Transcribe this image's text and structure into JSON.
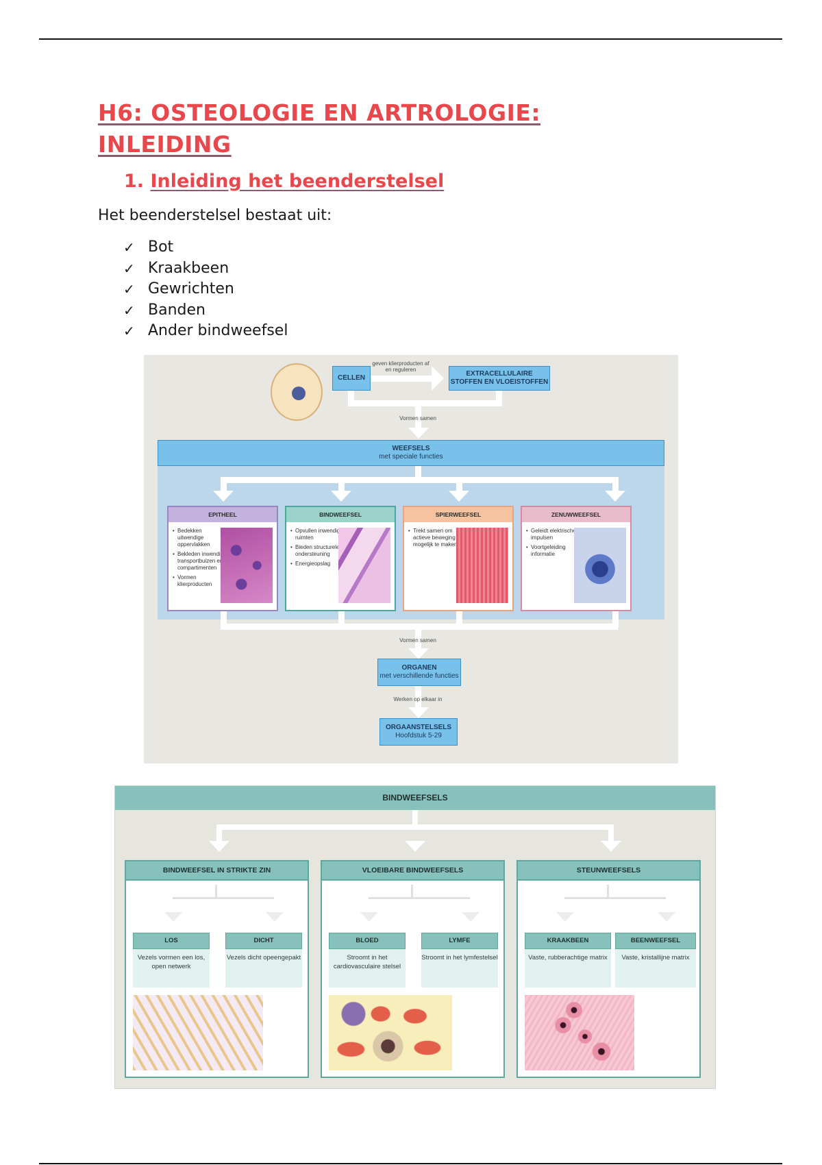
{
  "document": {
    "title": "H6: OSTEOLOGIE EN ARTROLOGIE: INLEIDING",
    "section": {
      "number": "1.",
      "title": "Inleiding het beenderstelsel"
    },
    "intro": "Het beenderstelsel bestaat uit:",
    "checklist_icon": "✓",
    "checklist": [
      "Bot",
      "Kraakbeen",
      "Gewrichten",
      "Banden",
      "Ander bindweefsel"
    ],
    "colors": {
      "heading": "#e8474c",
      "underline": "#8b5a6b"
    }
  },
  "figure1": {
    "cellen": "CELLEN",
    "arrow_label": "geven klierproducten af en reguleren",
    "extracellulaire": [
      "EXTRACELLULAIRE",
      "STOFFEN EN VLOEISTOFFEN"
    ],
    "vormen_samen_1": "Vormen samen",
    "weefsels": [
      "WEEFSELS",
      "met speciale functies"
    ],
    "tissues": [
      {
        "title": "EPITHEEL",
        "bullets": [
          "Bedekken uitwendige oppervlakken",
          "Bekleden inwendige transportbuizen en compartimenten",
          "Vormen klierproducten"
        ]
      },
      {
        "title": "BINDWEEFSEL",
        "bullets": [
          "Opvullen inwendige ruimten",
          "Bieden structurele ondersteuning",
          "Energieopslag"
        ]
      },
      {
        "title": "SPIERWEEFSEL",
        "bullets": [
          "Trekt samen om actieve beweging mogelijk te maken"
        ]
      },
      {
        "title": "ZENUWWEEFSEL",
        "bullets": [
          "Geleidt elektrische impulsen",
          "Voortgeleiding informatie"
        ]
      }
    ],
    "vormen_samen_2": "Vormen samen",
    "organen": [
      "ORGANEN",
      "met verschillende functies"
    ],
    "werken_op_elkaar_in": "Werken op elkaar in",
    "orgaanstelsels": [
      "ORGAANSTELSELS",
      "Hoofdstuk 5-29"
    ]
  },
  "figure2": {
    "title": "BINDWEEFSELS",
    "columns": [
      {
        "title": "BINDWEEFSEL IN STRIKTE ZIN",
        "subs": [
          {
            "title": "LOS",
            "desc": "Vezels vormen een los, open netwerk"
          },
          {
            "title": "DICHT",
            "desc": "Vezels dicht opeengepakt"
          }
        ]
      },
      {
        "title": "VLOEIBARE BINDWEEFSELS",
        "subs": [
          {
            "title": "BLOED",
            "desc": "Stroomt in het cardiovasculaire stelsel"
          },
          {
            "title": "LYMFE",
            "desc": "Stroomt in het lymfestelsel"
          }
        ]
      },
      {
        "title": "STEUNWEEFSELS",
        "subs": [
          {
            "title": "KRAAKBEEN",
            "desc": "Vaste, rubberachtige matrix"
          },
          {
            "title": "BEENWEEFSEL",
            "desc": "Vaste, kristallijne matrix"
          }
        ]
      }
    ]
  }
}
